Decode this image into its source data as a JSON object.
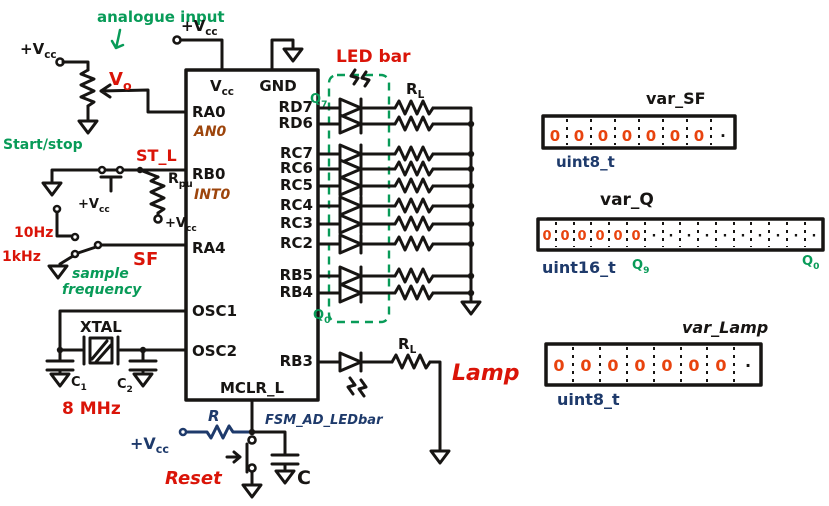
{
  "palette": {
    "ink": "#171513",
    "red": "#da1408",
    "green": "#089b58",
    "navy": "#1e3a6b",
    "brown": "#9d450c",
    "zero_red": "#e8430e"
  },
  "labels": {
    "analogue_input": "analogue input",
    "vcc": {
      "main": "+V",
      "sub": "cc"
    },
    "vo": {
      "main": "V",
      "sub": "o"
    },
    "start_stop": "Start/stop",
    "st_l": "ST_L",
    "rpu": {
      "main": "R",
      "sub": "pu"
    },
    "f10": "10Hz",
    "f1k": "1kHz",
    "sf": "SF",
    "sample_freq_1": "sample",
    "sample_freq_2": "frequency",
    "xtal": "XTAL",
    "c1": {
      "main": "C",
      "sub": "1"
    },
    "c2": {
      "main": "C",
      "sub": "2"
    },
    "mhz": "8 MHz",
    "r": "R",
    "reset": "Reset",
    "fsm": "FSM_AD_LEDbar",
    "c": "C"
  },
  "ic": {
    "pin_vcc": {
      "main": "V",
      "sub": "cc"
    },
    "pin_gnd": "GND",
    "left_pins": [
      "RA0",
      "RB0",
      "RA4",
      "OSC1",
      "OSC2"
    ],
    "alt_functions": [
      "AN0",
      "INT0"
    ],
    "pin_mclr": "MCLR_L",
    "right_pins": [
      "RD7",
      "RD6",
      "RC7",
      "RC6",
      "RC5",
      "RC4",
      "RC3",
      "RC2",
      "RB5",
      "RB4"
    ],
    "pin_rb3": "RB3"
  },
  "led_bar": {
    "title": "LED bar",
    "resistor": {
      "main": "R",
      "sub": "L"
    },
    "q_top": {
      "main": "Q",
      "sub": "7"
    },
    "q_bottom": {
      "main": "Q",
      "sub": "0"
    }
  },
  "lamp": {
    "label": "Lamp",
    "resistor": {
      "main": "R",
      "sub": "L"
    }
  },
  "variables": [
    {
      "name": "var_SF",
      "type": "uint8_t",
      "cells": [
        "0",
        "0",
        "0",
        "0",
        "0",
        "0",
        "0",
        "·"
      ]
    },
    {
      "name": "var_Q",
      "type": "uint16_t",
      "q_high": {
        "main": "Q",
        "sub": "9"
      },
      "q_low": {
        "main": "Q",
        "sub": "0"
      },
      "cells": [
        "0",
        "0",
        "0",
        "0",
        "0",
        "0",
        "·",
        "·",
        "·",
        "·",
        "·",
        "·",
        "·",
        "·",
        "·",
        "·"
      ]
    },
    {
      "name": "var_Lamp",
      "type": "uint8_t",
      "cells": [
        "0",
        "0",
        "0",
        "0",
        "0",
        "0",
        "0",
        "·"
      ]
    }
  ]
}
